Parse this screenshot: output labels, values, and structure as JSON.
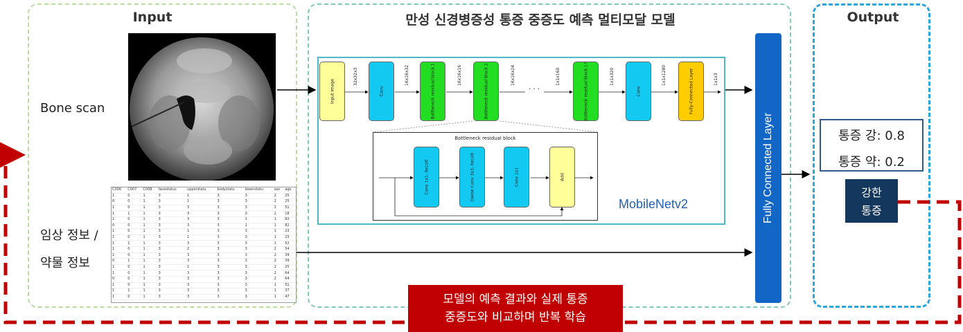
{
  "input": {
    "title": "Input",
    "bone_scan_label": "Bone scan",
    "clinical_label_line1": "임상 정보 /",
    "clinical_label_line2": "약물 정보"
  },
  "model": {
    "title": "만성 신경병증성 통증 중증도 예측 멀티모달 모델",
    "mobilenet_label": "MobileNetv2",
    "blocks": [
      "Input image",
      "Conv",
      "Bottleneck residual block 1",
      "Bottleneck residual block 2",
      "Bottleneck residual block 17",
      "Conv",
      "Fully-Connected Layer"
    ],
    "dims": [
      "32x32x3",
      "16x16x32",
      "16x16x16",
      "16x16x24",
      "1x1x160",
      "1x1x320",
      "1x1x1280",
      "1x1x3"
    ],
    "ellipsis": "· · ·",
    "bottleneck_title": "Bottleneck residual block",
    "bottleneck_blocks": [
      "Conv 1x1, ReLU6",
      "Dwise Conv 3x3, ReLU6",
      "Conv 1x1",
      "Add"
    ],
    "fc_label": "Fully Connected Layer"
  },
  "output": {
    "title": "Output",
    "strong_line": "통증 강: 0.8",
    "weak_line": "통증 약: 0.2",
    "result_line1": "강한",
    "result_line2": "통증"
  },
  "feedback": {
    "line1": "모델의 예측 결과와 실제 통증",
    "line2": "중증도와 비교하며 반복 학습"
  },
  "table": {
    "headers": [
      "C006",
      "C007",
      "C008",
      "facestatus",
      "upperstatu",
      "bodystatu",
      "lowerstatu",
      "sex",
      "age"
    ],
    "rows": [
      [
        "1",
        "0",
        "1",
        "3",
        "1",
        "3",
        "3",
        "2",
        "25"
      ],
      [
        "0",
        "0",
        "1",
        "3",
        "1",
        "3",
        "3",
        "2",
        "25"
      ],
      [
        "1",
        "0",
        "1",
        "3",
        "3",
        "3",
        "3",
        "2",
        "51"
      ],
      [
        "1",
        "1",
        "1",
        "3",
        "3",
        "3",
        "3",
        "2",
        "18"
      ],
      [
        "1",
        "0",
        "1",
        "3",
        "3",
        "3",
        "1",
        "1",
        "82"
      ],
      [
        "0",
        "0",
        "1",
        "3",
        "3",
        "3",
        "1",
        "1",
        "82"
      ],
      [
        "1",
        "0",
        "1",
        "3",
        "1",
        "3",
        "3",
        "1",
        "23"
      ],
      [
        "1",
        "0",
        "1",
        "3",
        "1",
        "3",
        "3",
        "1",
        "23"
      ],
      [
        "1",
        "1",
        "1",
        "3",
        "3",
        "3",
        "3",
        "1",
        "52"
      ],
      [
        "1",
        "0",
        "1",
        "3",
        "2",
        "3",
        "3",
        "2",
        "54"
      ],
      [
        "1",
        "0",
        "1",
        "3",
        "3",
        "3",
        "3",
        "2",
        "39"
      ],
      [
        "0",
        "1",
        "1",
        "3",
        "3",
        "3",
        "3",
        "2",
        "39"
      ],
      [
        "1",
        "0",
        "1",
        "3",
        "1",
        "3",
        "3",
        "2",
        "25"
      ],
      [
        "1",
        "0",
        "1",
        "3",
        "3",
        "3",
        "3",
        "2",
        "64"
      ],
      [
        "0",
        "0",
        "1",
        "3",
        "3",
        "3",
        "3",
        "2",
        "64"
      ],
      [
        "1",
        "0",
        "1",
        "3",
        "3",
        "3",
        "3",
        "1",
        "51"
      ],
      [
        "1",
        "1",
        "1",
        "3",
        "3",
        "3",
        "3",
        "1",
        "37"
      ],
      [
        "1",
        "0",
        "1",
        "3",
        "3",
        "3",
        "3",
        "1",
        "47"
      ]
    ]
  },
  "colors": {
    "input_border": "#b9dca0",
    "model_border": "#7fc8b8",
    "output_border": "#2aa6dd",
    "input_block": "#ffff99",
    "conv_block": "#12c9f2",
    "bottleneck_block": "#22dd22",
    "fc_block": "#ffcc00",
    "add_block": "#ffff99",
    "fc_bar": "#1166c6",
    "feedback_red": "#c00000",
    "result_navy": "#14375e"
  }
}
